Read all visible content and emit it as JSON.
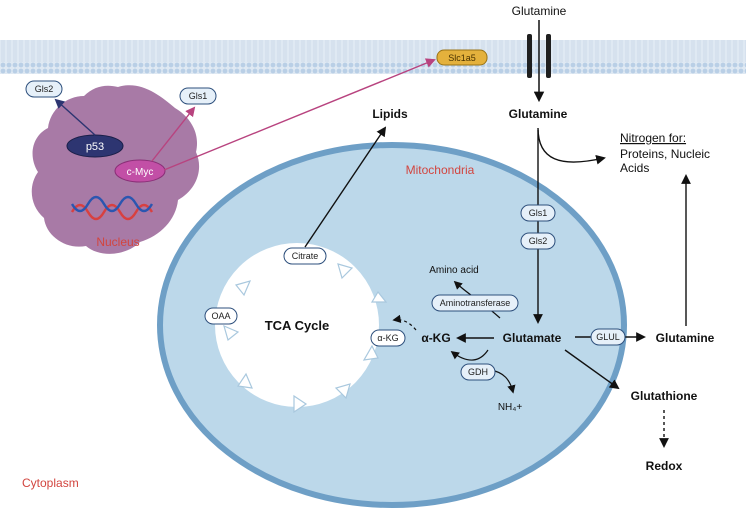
{
  "membrane": {
    "transporter": "Slc1a5",
    "glutamine_outside": "Glutamine",
    "glutamine_inside": "Glutamine"
  },
  "nucleus": {
    "label": "Nucleus",
    "p53": "p53",
    "cmyc": "c-Myc",
    "gls2": "Gls2",
    "gls1": "Gls1"
  },
  "mitochondria": {
    "label": "Mitochondria",
    "tca": "TCA Cycle",
    "citrate": "Citrate",
    "oaa": "OAA",
    "akg_small": "α-KG",
    "akg": "α-KG",
    "amino_acid": "Amino acid",
    "aminotransferase": "Aminotransferase",
    "gls1": "Gls1",
    "gls2": "Gls2",
    "glutamate": "Glutamate",
    "gdh": "GDH",
    "nh4": "NH₄+"
  },
  "cytoplasm": {
    "label": "Cytoplasm",
    "lipids": "Lipids",
    "nitrogen_line1": "Nitrogen for:",
    "nitrogen_line2": "Proteins, Nucleic",
    "nitrogen_line3": "Acids",
    "glul": "GLUL",
    "glutamine": "Glutamine",
    "glutathione": "Glutathione",
    "redox": "Redox"
  },
  "colors": {
    "membrane": "#c5d7ea",
    "mito_fill": "#bcd8ea",
    "mito_stroke": "#6e9fc6",
    "nucleus": "#a87aa6",
    "accent_red": "#d2453f",
    "cmyc": "#c24fa6",
    "p53": "#2d3571",
    "transporter": "#e4b13c"
  }
}
